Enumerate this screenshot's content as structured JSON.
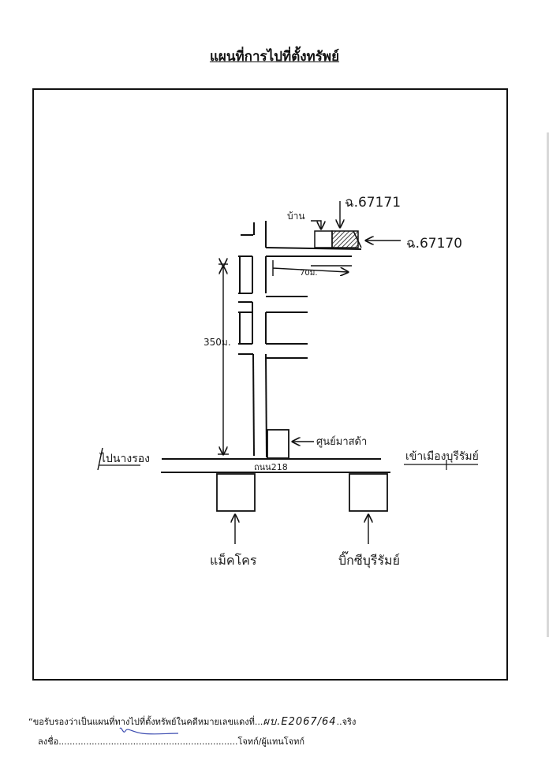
{
  "document": {
    "title": "แผนที่การไปที่ตั้งทรัพย์"
  },
  "map": {
    "labels": {
      "deed_north": "ฉ.67171",
      "deed_east": "ฉ.67170",
      "house": "บ้าน",
      "dist_70": "70ม.",
      "dist_350": "350ม.",
      "poi_center": "ศูนย์มาสด้า",
      "road_name": "ถนน218",
      "dir_left": "ไปนางรอง",
      "dir_right": "เข้าเมืองบุรีรัมย์",
      "shop_left": "แม็คโคร",
      "shop_right": "บิ๊กซีบุรีรัมย์"
    }
  },
  "footer": {
    "certify_text": "“ขอรับรองว่าเป็นแผนที่ทางไปที่ตั้งทรัพย์ในคดีหมายเลขแดงที่",
    "case_number": "ผบ.E2067/64",
    "certify_end": "จริง",
    "sign_label": "ลงชื่อ",
    "sign_suffix": "โจทก์/ผู้แทนโจทก์"
  }
}
